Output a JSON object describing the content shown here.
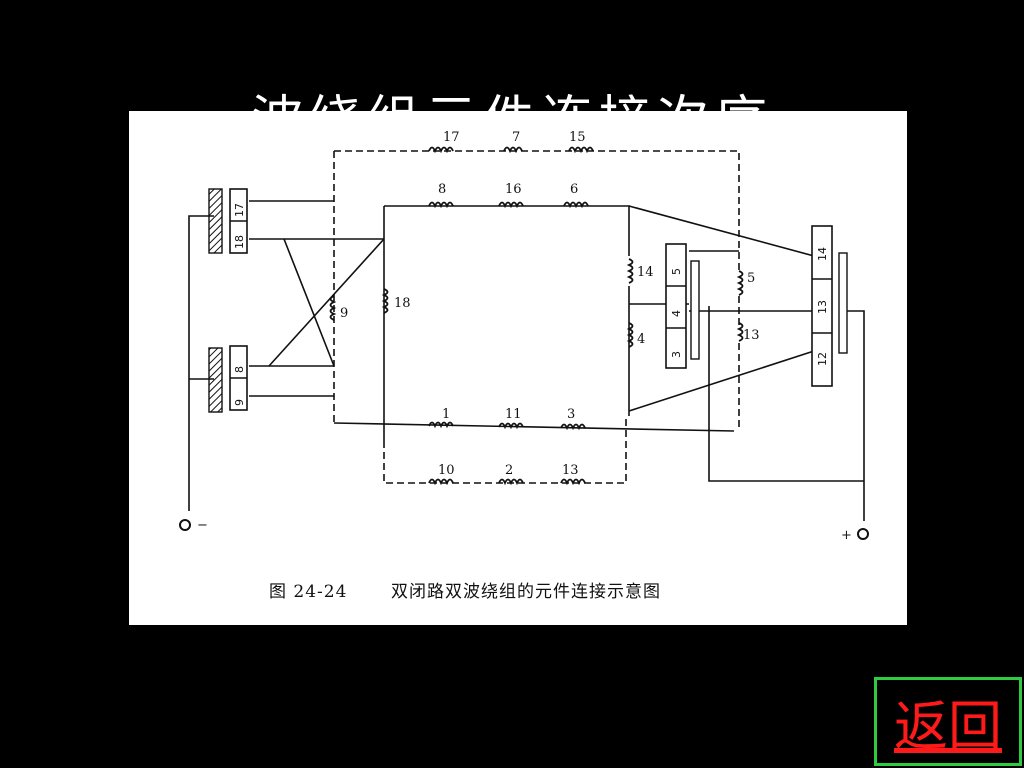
{
  "slide": {
    "title": "波绕组元件连接次序",
    "back_label": "返回"
  },
  "figure": {
    "caption_number": "图 24-24",
    "caption_text": "双闭路双波绕组的元件连接示意图",
    "coil_labels": {
      "top_dashed": [
        "17",
        "7",
        "15"
      ],
      "top_solid": [
        "8",
        "16",
        "6"
      ],
      "bottom_solid": [
        "1",
        "11",
        "3"
      ],
      "bottom_dashed": [
        "10",
        "2",
        "13"
      ],
      "left_dashed": "9",
      "left_solid": "18",
      "right_solid_upper": "14",
      "right_solid_lower": "4",
      "right_dashed_upper": "5",
      "right_dashed_lower": "13"
    },
    "commutator_left_upper": [
      "18",
      "17"
    ],
    "commutator_left_lower": [
      "9",
      "8"
    ],
    "commutator_mid": [
      "5",
      "4",
      "3"
    ],
    "commutator_right": [
      "14",
      "13",
      "12"
    ],
    "terminal_negative": "−",
    "terminal_positive": "+"
  },
  "colors": {
    "background": "#000000",
    "panel": "#ffffff",
    "ink": "#111111",
    "button_border": "#2ecc40",
    "button_text": "#ff1a1a"
  }
}
